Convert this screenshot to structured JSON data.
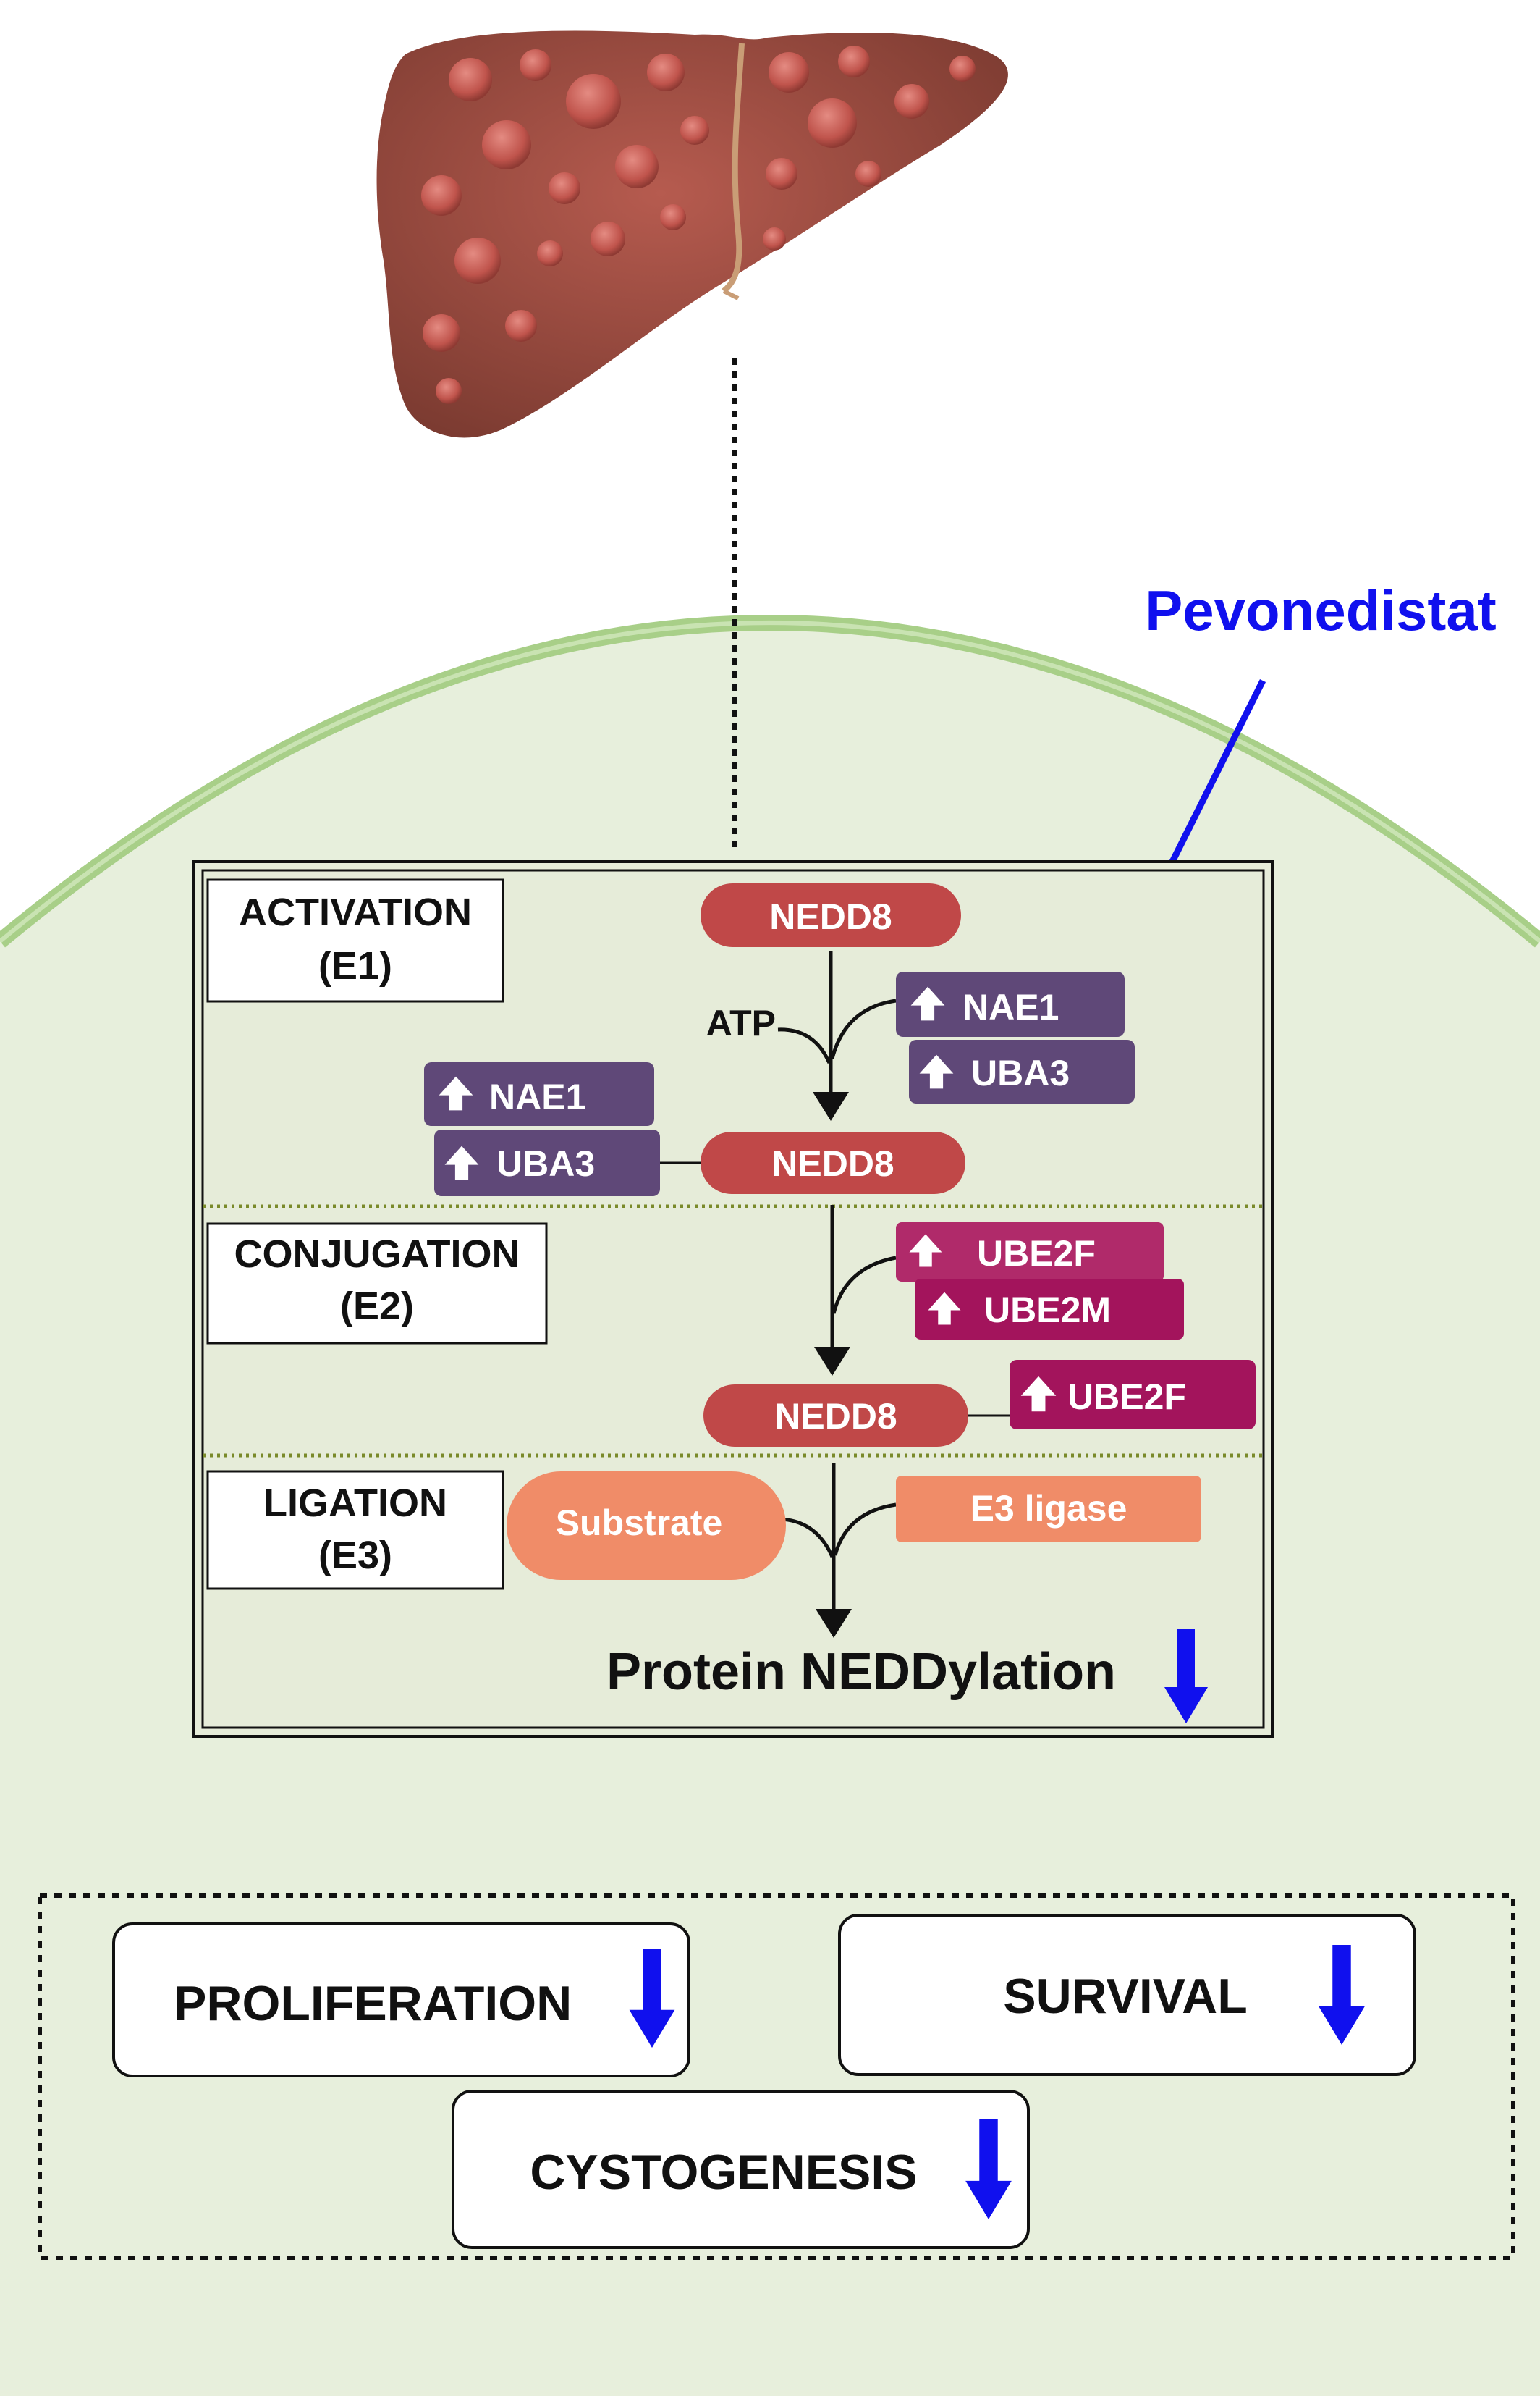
{
  "colors": {
    "cell_fill": "#e7efdc",
    "membrane": "#a8cf88",
    "panel_fill": "#e6ecd9",
    "nedd8": "#c04848",
    "e1_complex": "#5f4878",
    "e2_complex": "#a3145c",
    "e3_orange": "#f08c68",
    "inhibitor": "#1010ee",
    "down_arrow": "#1010ee",
    "separator": "#7a8a2a"
  },
  "icons": [
    "liver-illustration",
    "up-arrow-icon",
    "down-arrow-icon",
    "inhibition-bar-icon"
  ],
  "drug": {
    "label": "Pevonedistat"
  },
  "stages": {
    "activation": {
      "line1": "ACTIVATION",
      "line2": "(E1)"
    },
    "conjugation": {
      "line1": "CONJUGATION",
      "line2": "(E2)"
    },
    "ligation": {
      "line1": "LIGATION",
      "line2": "(E3)"
    }
  },
  "molecules": {
    "nedd8": "NEDD8",
    "atp": "ATP",
    "nae1": "NAE1",
    "uba3": "UBA3",
    "ube2f": "UBE2F",
    "ube2m": "UBE2M",
    "substrate": "Substrate",
    "e3_ligase": "E3 ligase"
  },
  "outcome": {
    "label": "Protein NEDDylation"
  },
  "effects": {
    "proliferation": "PROLIFERATION",
    "survival": "SURVIVAL",
    "cystogenesis": "CYSTOGENESIS"
  }
}
